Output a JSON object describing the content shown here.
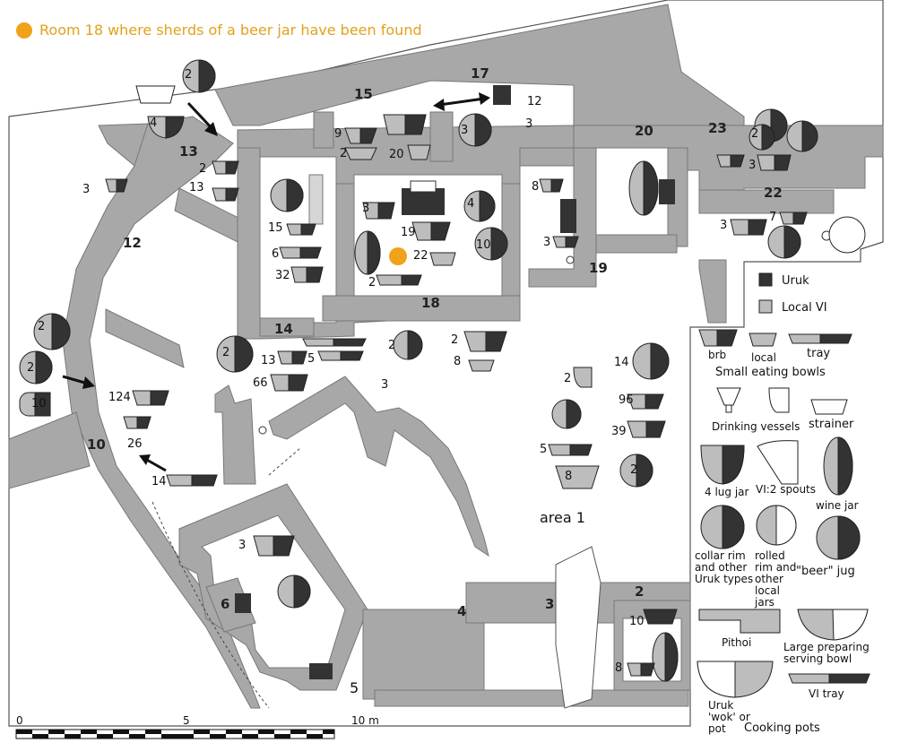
{
  "legend_note": "Room 18 where sherds of a beer jar have been found",
  "colors": {
    "wall": "#a8a8a8",
    "uruk": "#333333",
    "local": "#bdbdbd",
    "highlight": "#f0a21a"
  },
  "rooms": {
    "r15": "15",
    "r17": "17",
    "r20": "20",
    "r23": "23",
    "r22": "22",
    "r13": "13",
    "r12": "12",
    "r19": "19",
    "r18": "18",
    "r14": "14",
    "r10": "10",
    "r6": "6",
    "r5": "5",
    "r4": "4",
    "r3": "3",
    "r2": "2",
    "area1": "area 1"
  },
  "counts": {
    "c1": "2",
    "c2": "4",
    "c3": "13",
    "c4": "2",
    "c5": "3",
    "c6": "13",
    "c7": "9",
    "c8": "2",
    "c9": "20",
    "c10": "3",
    "c11": "12",
    "c12": "3",
    "c13": "8",
    "c14": "3",
    "c15": "4",
    "c16": "19",
    "c17": "10",
    "c18": "22",
    "c19": "2",
    "c20": "15",
    "c21": "6",
    "c22": "32",
    "c23": "3",
    "c24": "2",
    "c25": "3",
    "c26": "7",
    "c27": "3",
    "c28": "2",
    "c29": "2",
    "c30": "10",
    "c31": "2",
    "c32": "13",
    "c33": "5",
    "c34": "66",
    "c35": "2",
    "c36": "3",
    "c37": "2",
    "c38": "8",
    "c39": "124",
    "c40": "26",
    "c41": "14",
    "c42": "2",
    "c43": "14",
    "c44": "96",
    "c45": "39",
    "c46": "5",
    "c47": "8",
    "c48": "2",
    "c49": "3",
    "c50": "10",
    "c51": "8"
  },
  "legend": {
    "uruk": "Uruk",
    "local": "Local VI",
    "brb": "brb",
    "local_bowl": "local",
    "tray": "tray",
    "small_eating_bowls": "Small eating bowls",
    "drinking_vessels": "Drinking vessels",
    "strainer": "strainer",
    "lug_jar": "4 lug jar",
    "spouts": "VI:2 spouts",
    "wine_jar": "wine jar",
    "collar_rim": "collar rim and other Uruk types",
    "rolled_rim": "rolled rim and other local jars",
    "beer_jug": "\"beer\" jug",
    "pithoi": "Pithoi",
    "large_bowl": "Large preparing serving bowl",
    "wok": "Uruk 'wok' or pot",
    "vi_tray": "VI tray",
    "cooking_pots": "Cooking pots"
  },
  "scale": {
    "zero": "0",
    "five": "5",
    "ten": "10 m"
  }
}
